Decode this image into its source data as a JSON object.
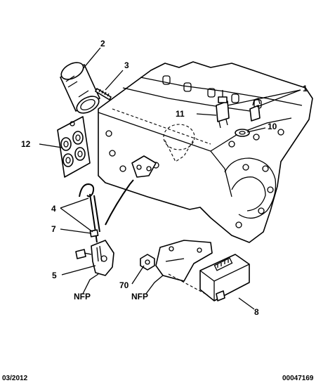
{
  "callouts": {
    "c1": "1",
    "c2": "2",
    "c3": "3",
    "c4": "4",
    "c5": "5",
    "c7": "7",
    "c8": "8",
    "c10": "10",
    "c11": "11",
    "c12": "12",
    "c70": "70",
    "nfp_left": "NFP",
    "nfp_right": "NFP"
  },
  "footer": {
    "date": "03/2012",
    "reference": "00047169"
  }
}
